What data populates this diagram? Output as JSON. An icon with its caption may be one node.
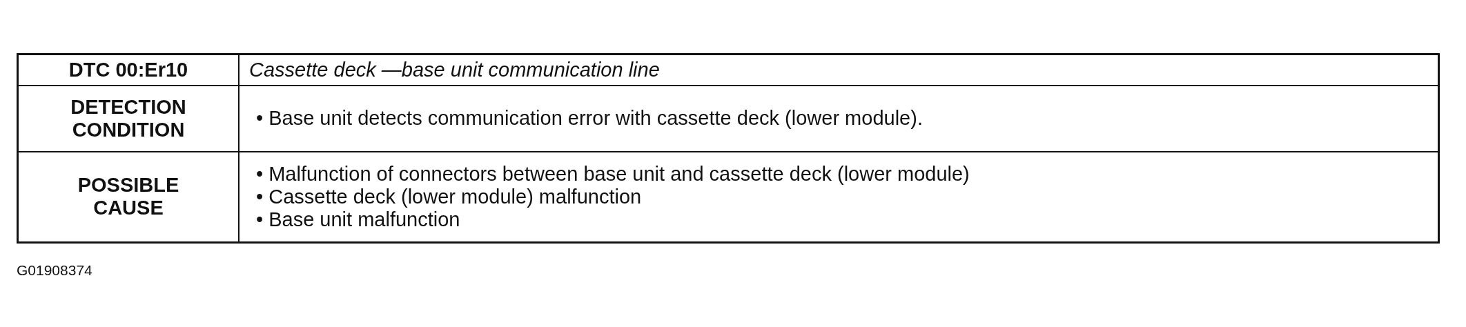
{
  "diagram": {
    "labels": [
      "DTC 00:Er10",
      "Cassette deck —base unit communication line",
      "DETECTION CONDITION",
      "• Base unit detects communication error with cassette deck (lower module).",
      "POSSIBLE CAUSE",
      "• Malfunction of connectors between base unit and cassette deck (lower module)",
      "• Cassette deck (lower module) malfunction",
      "• Base unit malfunction",
      "G01908374"
    ]
  }
}
